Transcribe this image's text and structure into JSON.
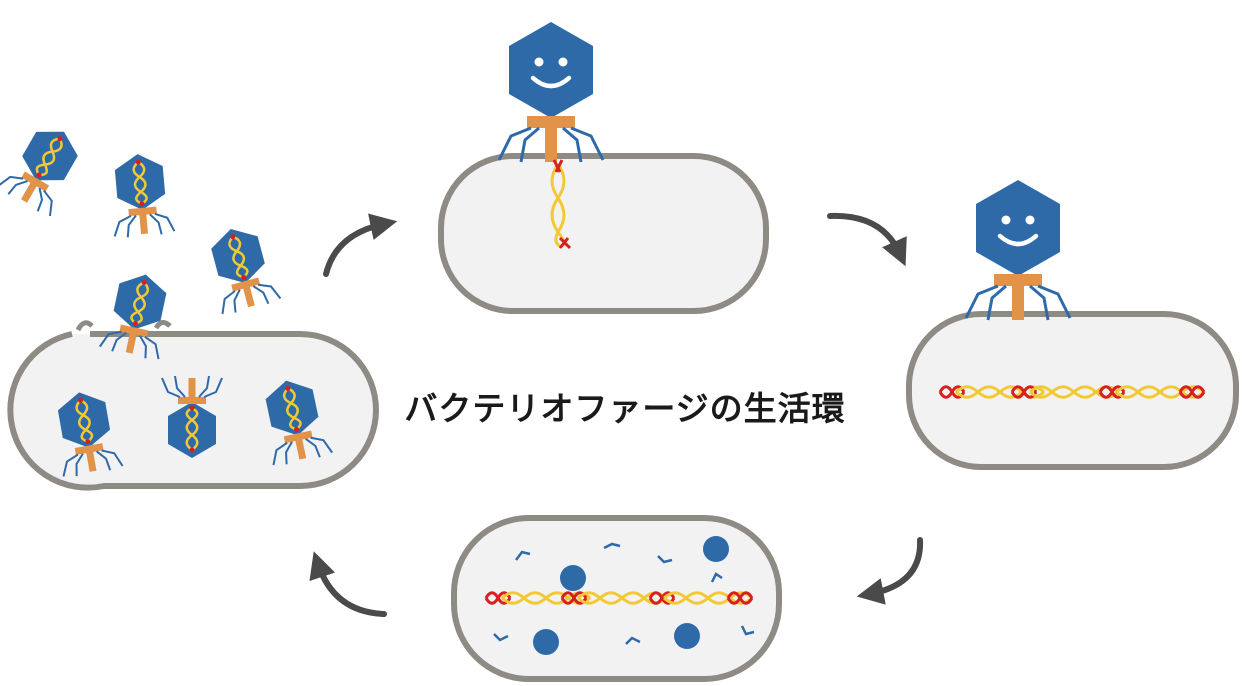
{
  "title": "バクテリオファージの生活環",
  "colors": {
    "capsid": "#2f6aa8",
    "tail": "#e2934a",
    "legs": "#2f6aa8",
    "dna_yellow": "#f2c935",
    "dna_red": "#d81e1e",
    "cell_fill": "#f2f2f2",
    "cell_stroke": "#8e8b85",
    "arrow": "#4a4a4a",
    "face": "#ffffff"
  },
  "stages": [
    {
      "name": "attachment-injection",
      "description_icon": "phage-injecting-dna-icon"
    },
    {
      "name": "integration",
      "description_icon": "prophage-dna-icon"
    },
    {
      "name": "replication",
      "description_icon": "replicating-components-icon"
    },
    {
      "name": "lysis-release",
      "description_icon": "phage-release-icon"
    }
  ]
}
